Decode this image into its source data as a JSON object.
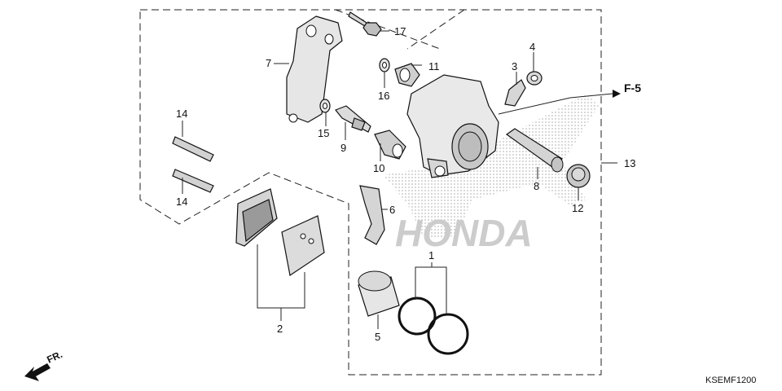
{
  "diagram": {
    "watermark": "HONDA",
    "colors": {
      "line": "#111111",
      "watermark": "#cfcfcf",
      "part_fill": "#e6e6e6",
      "part_shade": "#9a9a9a"
    },
    "reference_label": "F-5",
    "front_label": "FR.",
    "diagram_code": "KSEMF1200",
    "callouts": {
      "c1": "1",
      "c2": "2",
      "c3": "3",
      "c4": "4",
      "c5": "5",
      "c6": "6",
      "c7": "7",
      "c8": "8",
      "c9": "9",
      "c10": "10",
      "c11": "11",
      "c12": "12",
      "c13": "13",
      "c14a": "14",
      "c14b": "14",
      "c15": "15",
      "c16": "16",
      "c17": "17"
    }
  }
}
